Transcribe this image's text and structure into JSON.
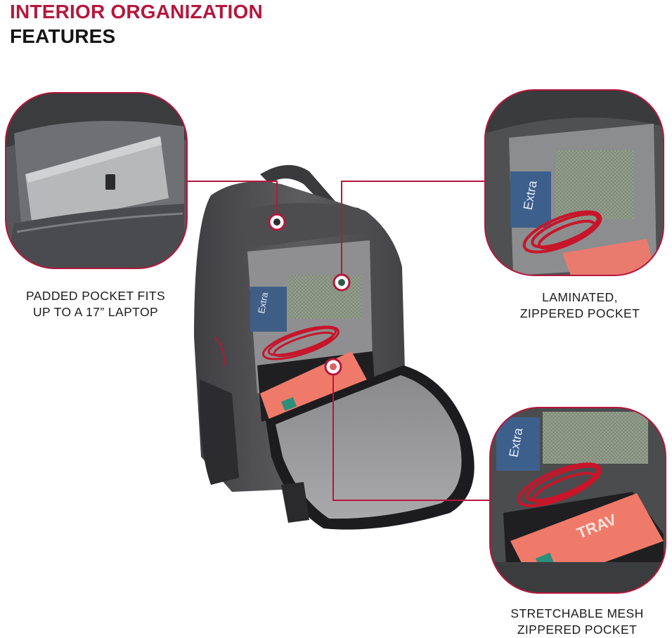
{
  "header": {
    "title_line1": "INTERIOR ORGANIZATION",
    "title_line2": "FEATURES"
  },
  "colors": {
    "accent": "#b5173d",
    "heading_dark": "#141414",
    "bag_grey": "#5a5a5c",
    "lining_grey": "#9b9b9d",
    "cable_red": "#c8152a"
  },
  "callouts": [
    {
      "id": "laptop-pocket",
      "line1": "PADDED POCKET FITS",
      "line2": "UP TO A 17” LAPTOP"
    },
    {
      "id": "laminated-pocket",
      "line1": "LAMINATED,",
      "line2": "ZIPPERED POCKET"
    },
    {
      "id": "mesh-pocket",
      "line1": "STRETCHABLE MESH",
      "line2": "ZIPPERED POCKET"
    }
  ],
  "product_labels": {
    "gum_pack": "Extra",
    "book_word": "TRAV"
  }
}
